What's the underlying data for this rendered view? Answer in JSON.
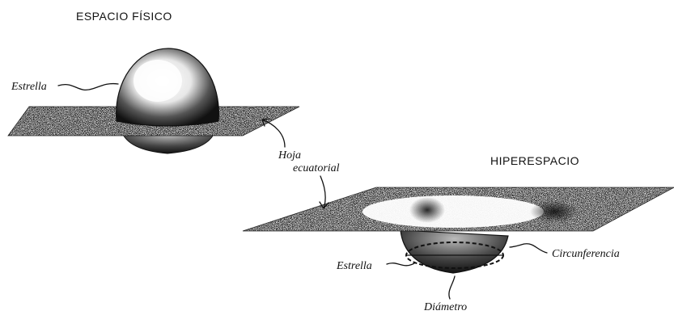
{
  "titles": {
    "physical_space": "ESPACIO FÍSICO",
    "hyperspace": "HIPERESPACIO"
  },
  "labels": {
    "star_top": "Estrella",
    "equatorial_sheet_line1": "Hoja",
    "equatorial_sheet_line2": "ecuatorial",
    "star_bottom": "Estrella",
    "circumference": "Circunferencia",
    "diameter": "Diámetro"
  }
}
